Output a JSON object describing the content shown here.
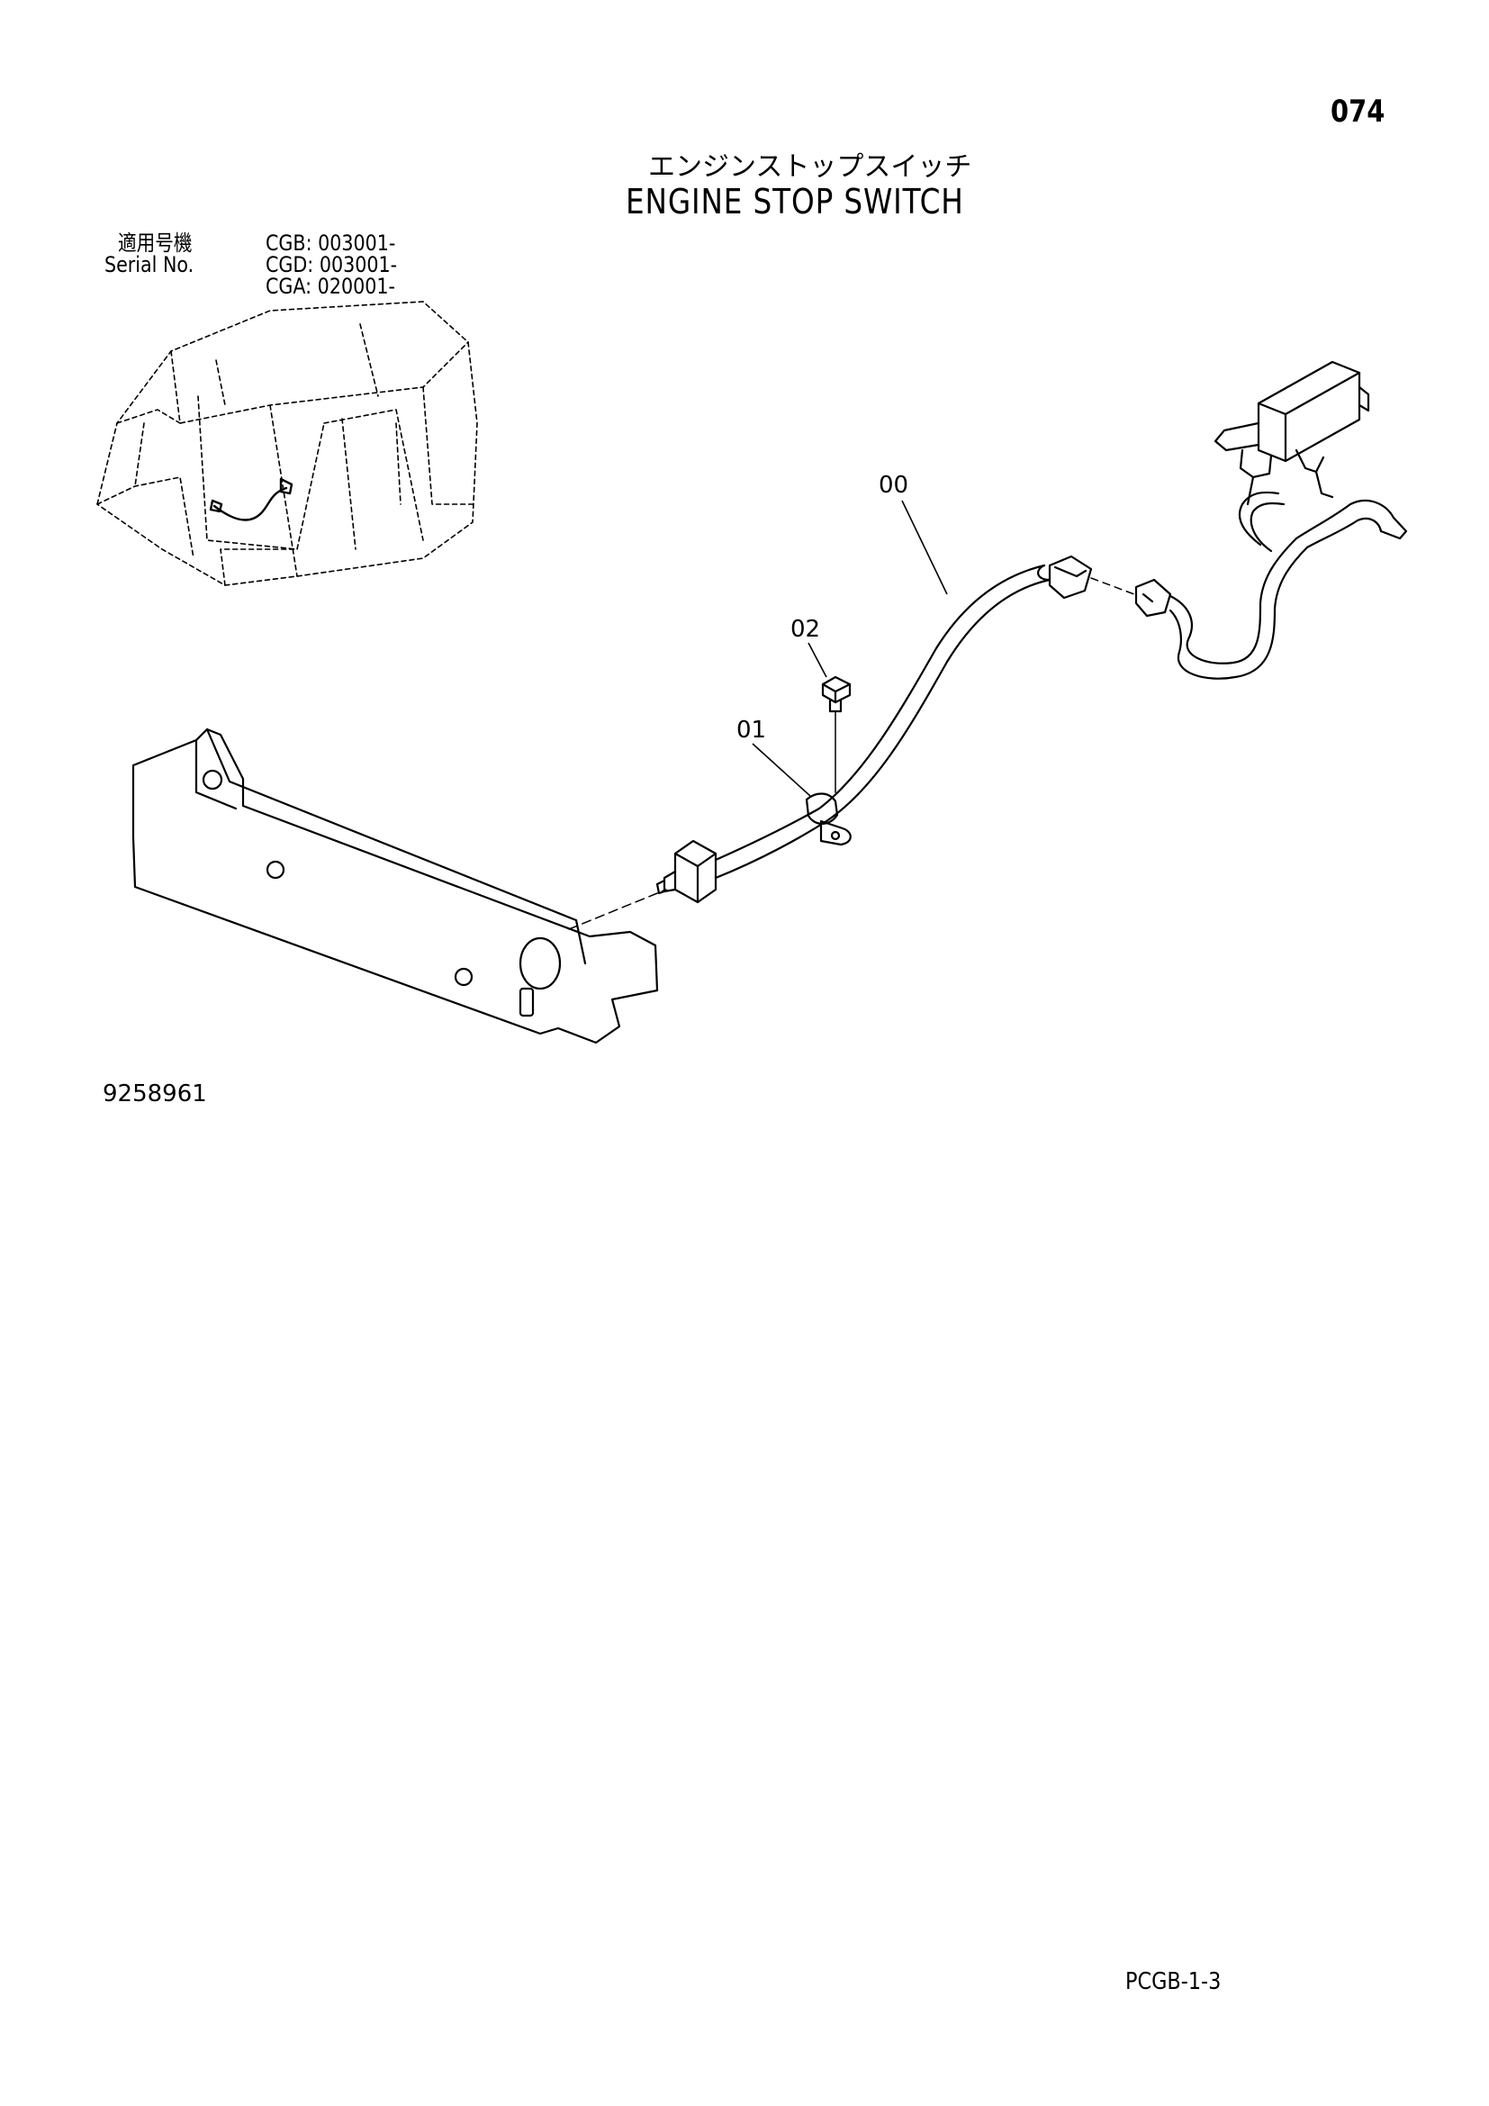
{
  "header": {
    "page_number": "074",
    "title_jp": "エンジンストップスイッチ",
    "title_en": "ENGINE STOP SWITCH"
  },
  "serial": {
    "label_jp": "適用号機",
    "label_en": "Serial No.",
    "rows": [
      {
        "model": "CGB:",
        "range": "003001-"
      },
      {
        "model": "CGD:",
        "range": "003001-"
      },
      {
        "model": "CGA:",
        "range": "020001-"
      }
    ]
  },
  "callouts": {
    "c00": "00",
    "c01": "01",
    "c02": "02"
  },
  "figure_number": "9258961",
  "footer": "PCGB-1-3"
}
